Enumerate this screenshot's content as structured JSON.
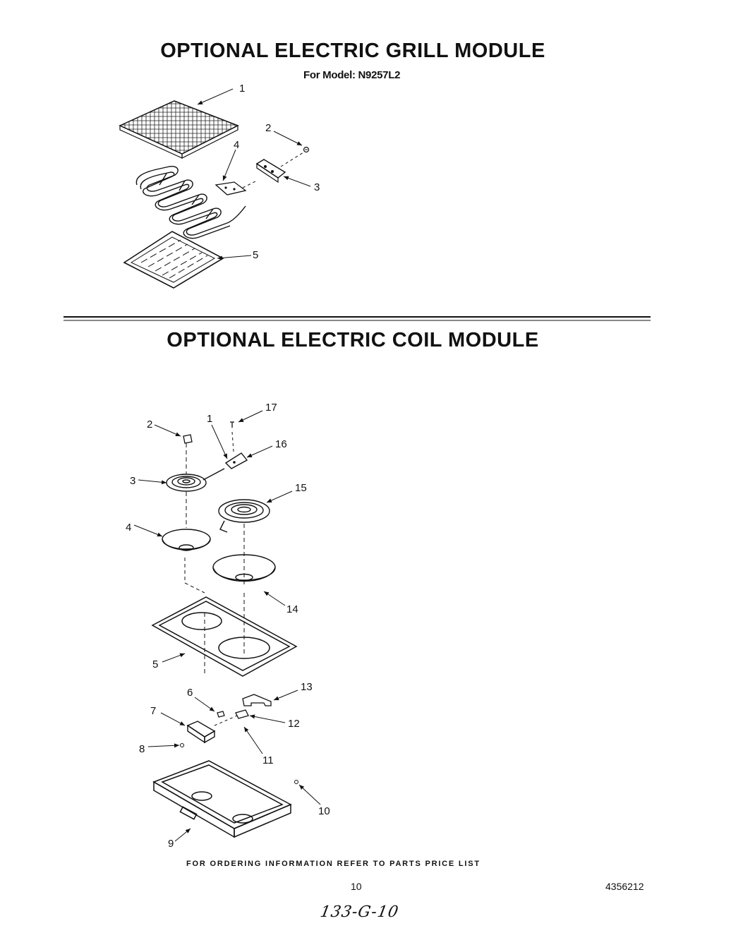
{
  "grill_module": {
    "title": "OPTIONAL ELECTRIC GRILL MODULE",
    "model_line": "For Model: N9257L2",
    "callouts": [
      "1",
      "2",
      "3",
      "4",
      "5"
    ]
  },
  "coil_module": {
    "title": "OPTIONAL ELECTRIC COIL MODULE",
    "callouts": [
      "1",
      "2",
      "3",
      "4",
      "5",
      "6",
      "7",
      "8",
      "9",
      "10",
      "11",
      "12",
      "13",
      "14",
      "15",
      "16",
      "17"
    ]
  },
  "footer": {
    "note": "FOR ORDERING INFORMATION REFER TO PARTS PRICE LIST",
    "page_number": "10",
    "doc_number": "4356212",
    "handwritten": "133-G-10"
  }
}
